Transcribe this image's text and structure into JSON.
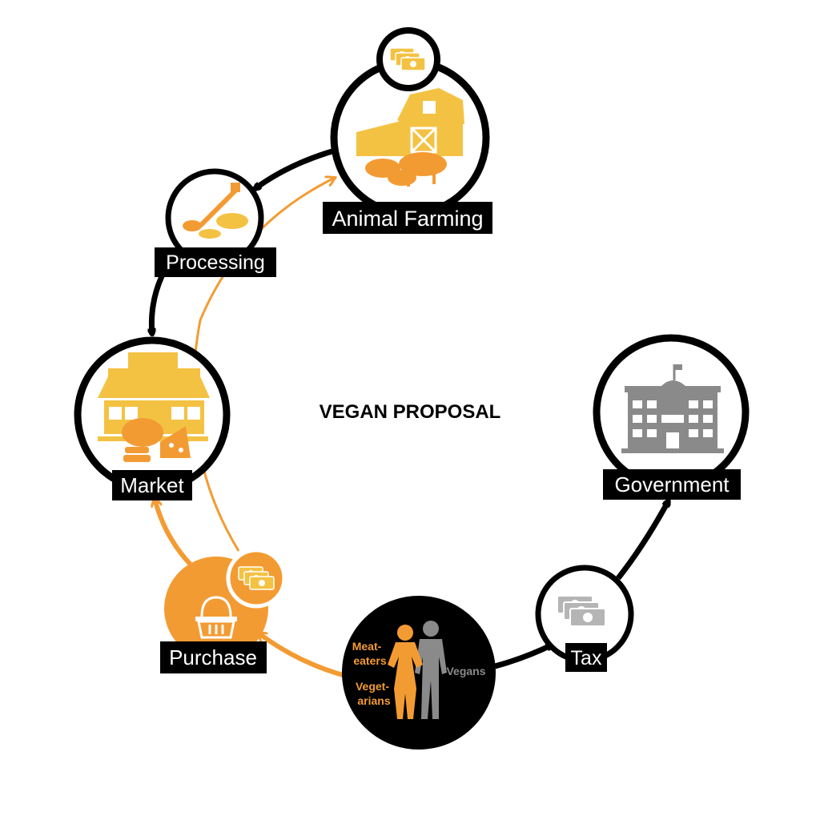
{
  "title": "VEGAN PROPOSAL",
  "nodes": {
    "animal_farming": {
      "label": "Animal Farming",
      "icon": "barn-with-livestock-icon"
    },
    "processing": {
      "label": "Processing",
      "icon": "cleaver-with-animals-icon"
    },
    "market": {
      "label": "Market",
      "icon": "storefront-with-food-icon"
    },
    "purchase": {
      "label": "Purchase",
      "icon": "shopping-basket-icon"
    },
    "consumers": {
      "icon": "people-silhouettes-icon",
      "meat_eaters_line1": "Meat-",
      "meat_eaters_line2": "eaters",
      "vegetarians_line1": "Veget-",
      "vegetarians_line2": "arians",
      "vegans": "Vegans"
    },
    "tax": {
      "label": "Tax",
      "icon": "money-stack-icon"
    },
    "government": {
      "label": "Government",
      "icon": "government-building-icon"
    }
  },
  "colors": {
    "orange": "#F39B33",
    "yellow": "#F4C242",
    "black": "#000000",
    "gray": "#8A8A8A",
    "white": "#FFFFFF"
  }
}
